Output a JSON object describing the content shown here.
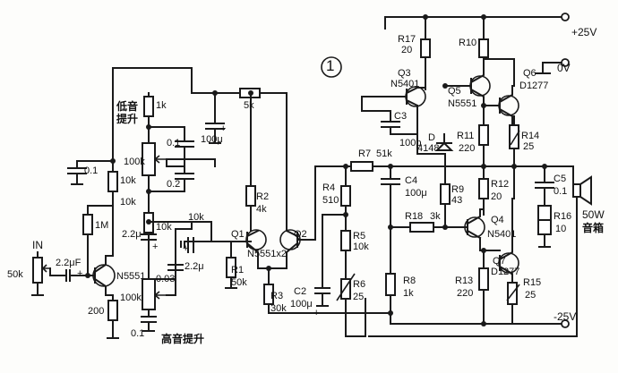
{
  "node_marker": "1",
  "supply": {
    "pos": "+25V",
    "gnd": "0V",
    "neg": "-25V"
  },
  "input": {
    "label": "IN",
    "pot": "50k",
    "cap": "2.2μF",
    "plus": "+"
  },
  "front": {
    "q": "N5551",
    "r1m": "1M",
    "r200": "200",
    "c01": "0.1",
    "r10k": "10k"
  },
  "tone": {
    "bass_label": "低音\n提升",
    "treble_label": "高音提升",
    "r1k": "1k",
    "c01a": "0.1",
    "pot_bass": "100k",
    "c02": "0.2",
    "r10k_a": "10k",
    "c22": "2.2μ",
    "plus": "+",
    "r10k_b": "10k",
    "c003": "0.03",
    "pot_treble": "100k",
    "c01b": "0.1",
    "r10k_c": "10k"
  },
  "filter": {
    "c100u": "100μ",
    "plus": "+",
    "r5k": "5k"
  },
  "diff": {
    "r2": "R2",
    "r2v": "4k",
    "q1": "Q1",
    "q2": "Q2",
    "pair": "N5551x2",
    "r1": "R1",
    "r1v": "50k",
    "r3": "R3",
    "r3v": "30k",
    "cin": "2.2μ",
    "plus": "+"
  },
  "fb": {
    "r7": "R7",
    "r7v": "51k",
    "r4": "R4",
    "r4v": "510",
    "c4": "C4",
    "c4v": "100μ",
    "r5": "R5",
    "r5v": "10k",
    "r6": "R6",
    "r6v": "25",
    "c2": "C2",
    "c2v": "100μ",
    "plus": "+"
  },
  "vas": {
    "r17": "R17",
    "r17v": "20",
    "q3": "Q3",
    "q3v": "N5401",
    "c3": "C3",
    "c3v": "100p",
    "d": "D",
    "dv": "4148",
    "r9": "R9",
    "r9v": "43",
    "r18": "R18",
    "r18v": "3k",
    "r8": "R8",
    "r8v": "1k"
  },
  "out": {
    "r10": "R10",
    "q5": "Q5",
    "q5v": "N5551",
    "q6": "Q6",
    "q6v": "D1277",
    "r11": "R11",
    "r11v": "220",
    "r14": "R14",
    "r14v": "25",
    "r12": "R12",
    "r12v": "20",
    "q4": "Q4",
    "q4v": "N5401",
    "q7": "Q7",
    "q7v": "D1277",
    "r13": "R13",
    "r13v": "220",
    "r15": "R15",
    "r15v": "25"
  },
  "load": {
    "c5": "C5",
    "c5v": "0.1",
    "r16": "R16",
    "r16v": "10",
    "spk": "50W",
    "spk_cn": "音箱"
  }
}
